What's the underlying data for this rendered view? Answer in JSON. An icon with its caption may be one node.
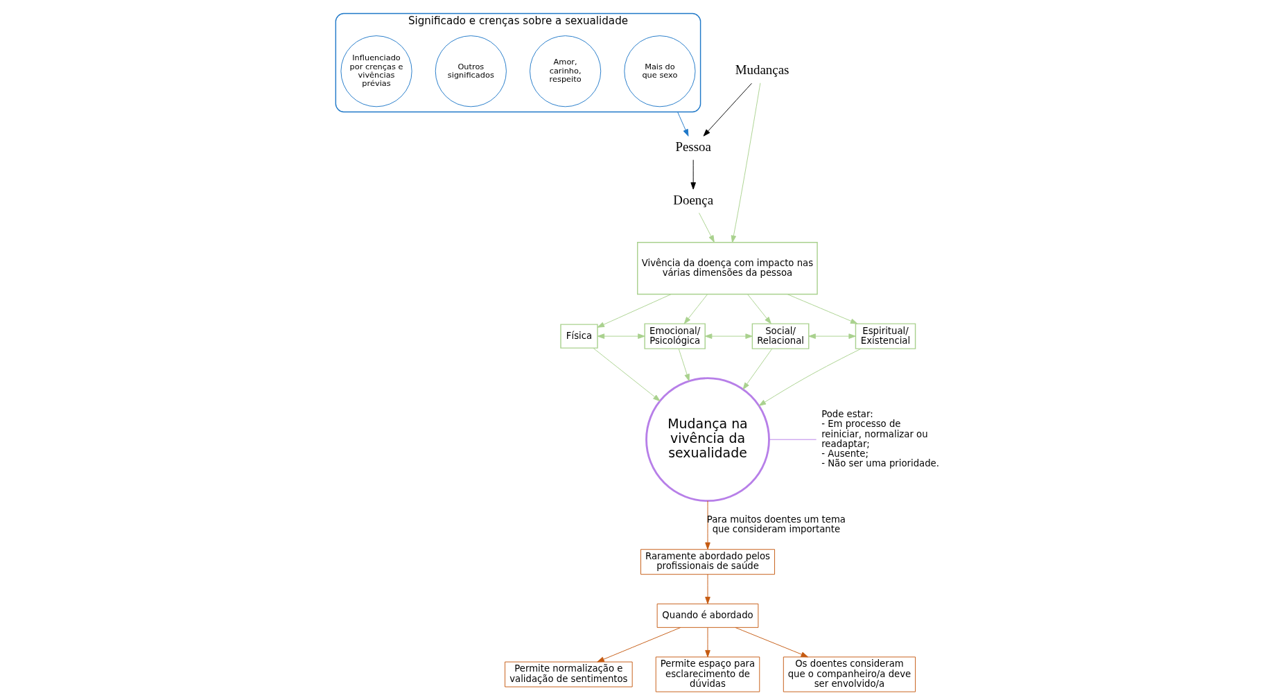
{
  "diagram": {
    "nodes": [
      {
        "text": [
          "Significado e crenças sobre a sexualidade"
        ]
      },
      {
        "text": [
          "Mais do que sexo"
        ],
        "in": 0
      },
      {
        "text": [
          "Amor, carinho, respeito"
        ],
        "in": 0
      },
      {
        "text": [
          "Outros significados"
        ],
        "in": 0
      },
      {
        "text": [
          "Influenciado por crenças e vivências prévias"
        ],
        "in": 0
      },
      {
        "text": [
          "Pessoa"
        ]
      },
      {
        "text": [
          "Mudanças"
        ]
      },
      {
        "text": [
          "Doença"
        ]
      },
      {
        "text": [
          "Vivência da doença com impacto nas várias dimensões da pessoa"
        ]
      },
      {
        "text": [
          "Física"
        ]
      },
      {
        "text": [
          "Emocional/ Psicológica"
        ]
      },
      {
        "text": [
          "Social/ Relacional"
        ]
      },
      {
        "text": [
          "Espiritual/ Existencial"
        ]
      },
      {
        "text": [
          "Mudança na vivência da sexualidade"
        ],
        "beside": [
          "Pode estar:",
          "- Em processo de reiniciar, normalizar ou readaptar;",
          "- Ausente;",
          "- Não ser uma prioridade."
        ]
      },
      {
        "text": [
          "Raramente abordado pelos profissionais de saúde"
        ]
      },
      {
        "text": [
          "Quando é abordado"
        ]
      },
      {
        "text": [
          "Permite normalização e validação de sentimentos"
        ]
      },
      {
        "text": [
          "Permite espaço para esclarecimento de dúvidas"
        ]
      },
      {
        "text": [
          "Os doentes consideram que o companheiro/a deve ser envolvido/a"
        ]
      }
    ],
    "edges": [
      {
        "from": 0,
        "to": 5,
        "arrow": "to",
        "color": "#1f78c8"
      },
      {
        "from": 6,
        "to": 5,
        "arrow": "to",
        "color": "#000000"
      },
      {
        "from": 5,
        "to": 7,
        "arrow": "to",
        "color": "#000000"
      },
      {
        "from": 6,
        "to": 8,
        "arrow": "to"
      },
      {
        "from": 7,
        "to": 8,
        "arrow": "to"
      },
      {
        "from": 8,
        "to": 9,
        "arrow": "to"
      },
      {
        "from": 8,
        "to": 10,
        "arrow": "to"
      },
      {
        "from": 8,
        "to": 11,
        "arrow": "to"
      },
      {
        "from": 8,
        "to": 12,
        "arrow": "to"
      },
      {
        "from": 9,
        "to": 10,
        "arrow": "both"
      },
      {
        "from": 10,
        "to": 11,
        "arrow": "both"
      },
      {
        "from": 11,
        "to": 12,
        "arrow": "both"
      },
      {
        "from": 9,
        "to": 13,
        "arrow": "to"
      },
      {
        "from": 10,
        "to": 13,
        "arrow": "to"
      },
      {
        "from": 11,
        "to": 13,
        "arrow": "to"
      },
      {
        "from": 12,
        "to": 13,
        "arrow": "to"
      },
      {
        "from": 13,
        "to": 14,
        "arrow": "to",
        "label": "Para muitos doentes um tema que consideram importante",
        "color": "#c55a11"
      },
      {
        "from": 14,
        "to": 15,
        "arrow": "to",
        "color": "#c55a11"
      },
      {
        "from": 15,
        "to": 16,
        "arrow": "to",
        "color": "#c55a11"
      },
      {
        "from": 15,
        "to": 17,
        "arrow": "to",
        "color": "#c55a11"
      },
      {
        "from": 15,
        "to": 18,
        "arrow": "to",
        "color": "#c55a11"
      }
    ]
  }
}
